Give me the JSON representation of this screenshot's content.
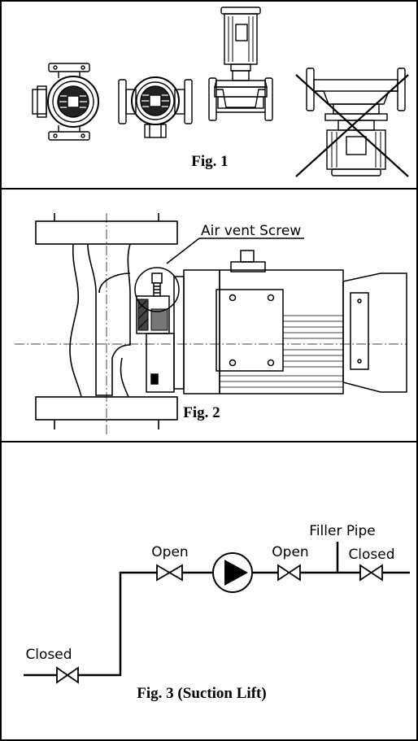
{
  "fig1": {
    "caption": "Fig. 1"
  },
  "fig2": {
    "caption": "Fig. 2",
    "callout": "Air vent Screw"
  },
  "fig3": {
    "caption": "Fig. 3 (Suction Lift)",
    "labels": {
      "closed_left": "Closed",
      "open_1": "Open",
      "open_2": "Open",
      "filler_pipe": "Filler Pipe",
      "closed_right": "Closed"
    }
  }
}
